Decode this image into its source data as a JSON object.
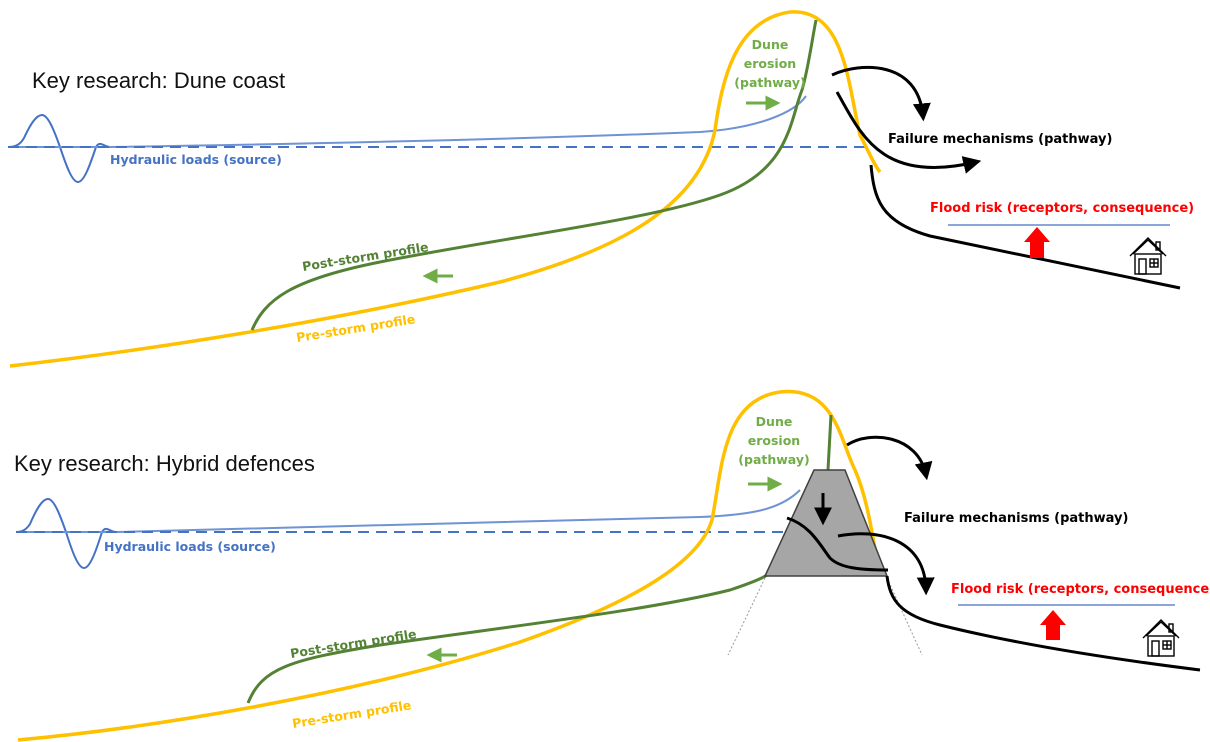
{
  "colors": {
    "sea": "#4472C4",
    "post_storm": "#548235",
    "pre_storm": "#FFC000",
    "flood": "#FF0000",
    "structure": "#A6A6A6",
    "black": "#000000"
  },
  "panels": [
    {
      "title": "Key research: Dune coast",
      "hydraulic_label": "Hydraulic loads (source)",
      "dune_erosion": [
        "Dune",
        "erosion",
        "(pathway)"
      ],
      "failure_label": "Failure mechanisms (pathway)",
      "flood_label": "Flood risk (receptors, consequence)",
      "post_storm_label": "Post-storm profile",
      "pre_storm_label": "Pre-storm profile",
      "house_icon": "house-icon",
      "arrow_icon": "red-up-arrow-icon"
    },
    {
      "title": "Key research: Hybrid defences",
      "hydraulic_label": "Hydraulic loads (source)",
      "dune_erosion": [
        "Dune",
        "erosion",
        "(pathway)"
      ],
      "failure_label": "Failure mechanisms (pathway)",
      "flood_label": "Flood risk (receptors, consequence)",
      "post_storm_label": "Post-storm profile",
      "pre_storm_label": "Pre-storm profile",
      "house_icon": "house-icon",
      "arrow_icon": "red-up-arrow-icon"
    }
  ]
}
